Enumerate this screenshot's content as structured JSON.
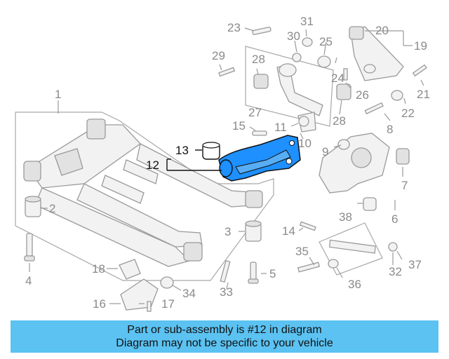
{
  "colors": {
    "highlight": "#1e90ff",
    "highlight_stroke": "#111111",
    "banner_bg": "#5bc2f2",
    "parts": "#9a9a9a"
  },
  "banner": {
    "line1": "Part or sub-assembly is #12 in diagram",
    "line2": "Diagram may not be specific to your vehicle"
  },
  "labels": {
    "n1": "1",
    "n2": "2",
    "n3": "3",
    "n4": "4",
    "n5": "5",
    "n6": "6",
    "n7": "7",
    "n8": "8",
    "n9": "9",
    "n10": "10",
    "n11": "11",
    "n12": "12",
    "n13": "13",
    "n14": "14",
    "n15": "15",
    "n16": "16",
    "n17": "17",
    "n18": "18",
    "n19": "19",
    "n20": "20",
    "n21": "21",
    "n22": "22",
    "n23": "23",
    "n24": "24",
    "n25": "25",
    "n26": "26",
    "n27": "27",
    "n28a": "28",
    "n28b": "28",
    "n29": "29",
    "n30": "30",
    "n31": "31",
    "n32": "32",
    "n33": "33",
    "n34": "34",
    "n35": "35",
    "n36": "36",
    "n37": "37",
    "n38": "38"
  }
}
